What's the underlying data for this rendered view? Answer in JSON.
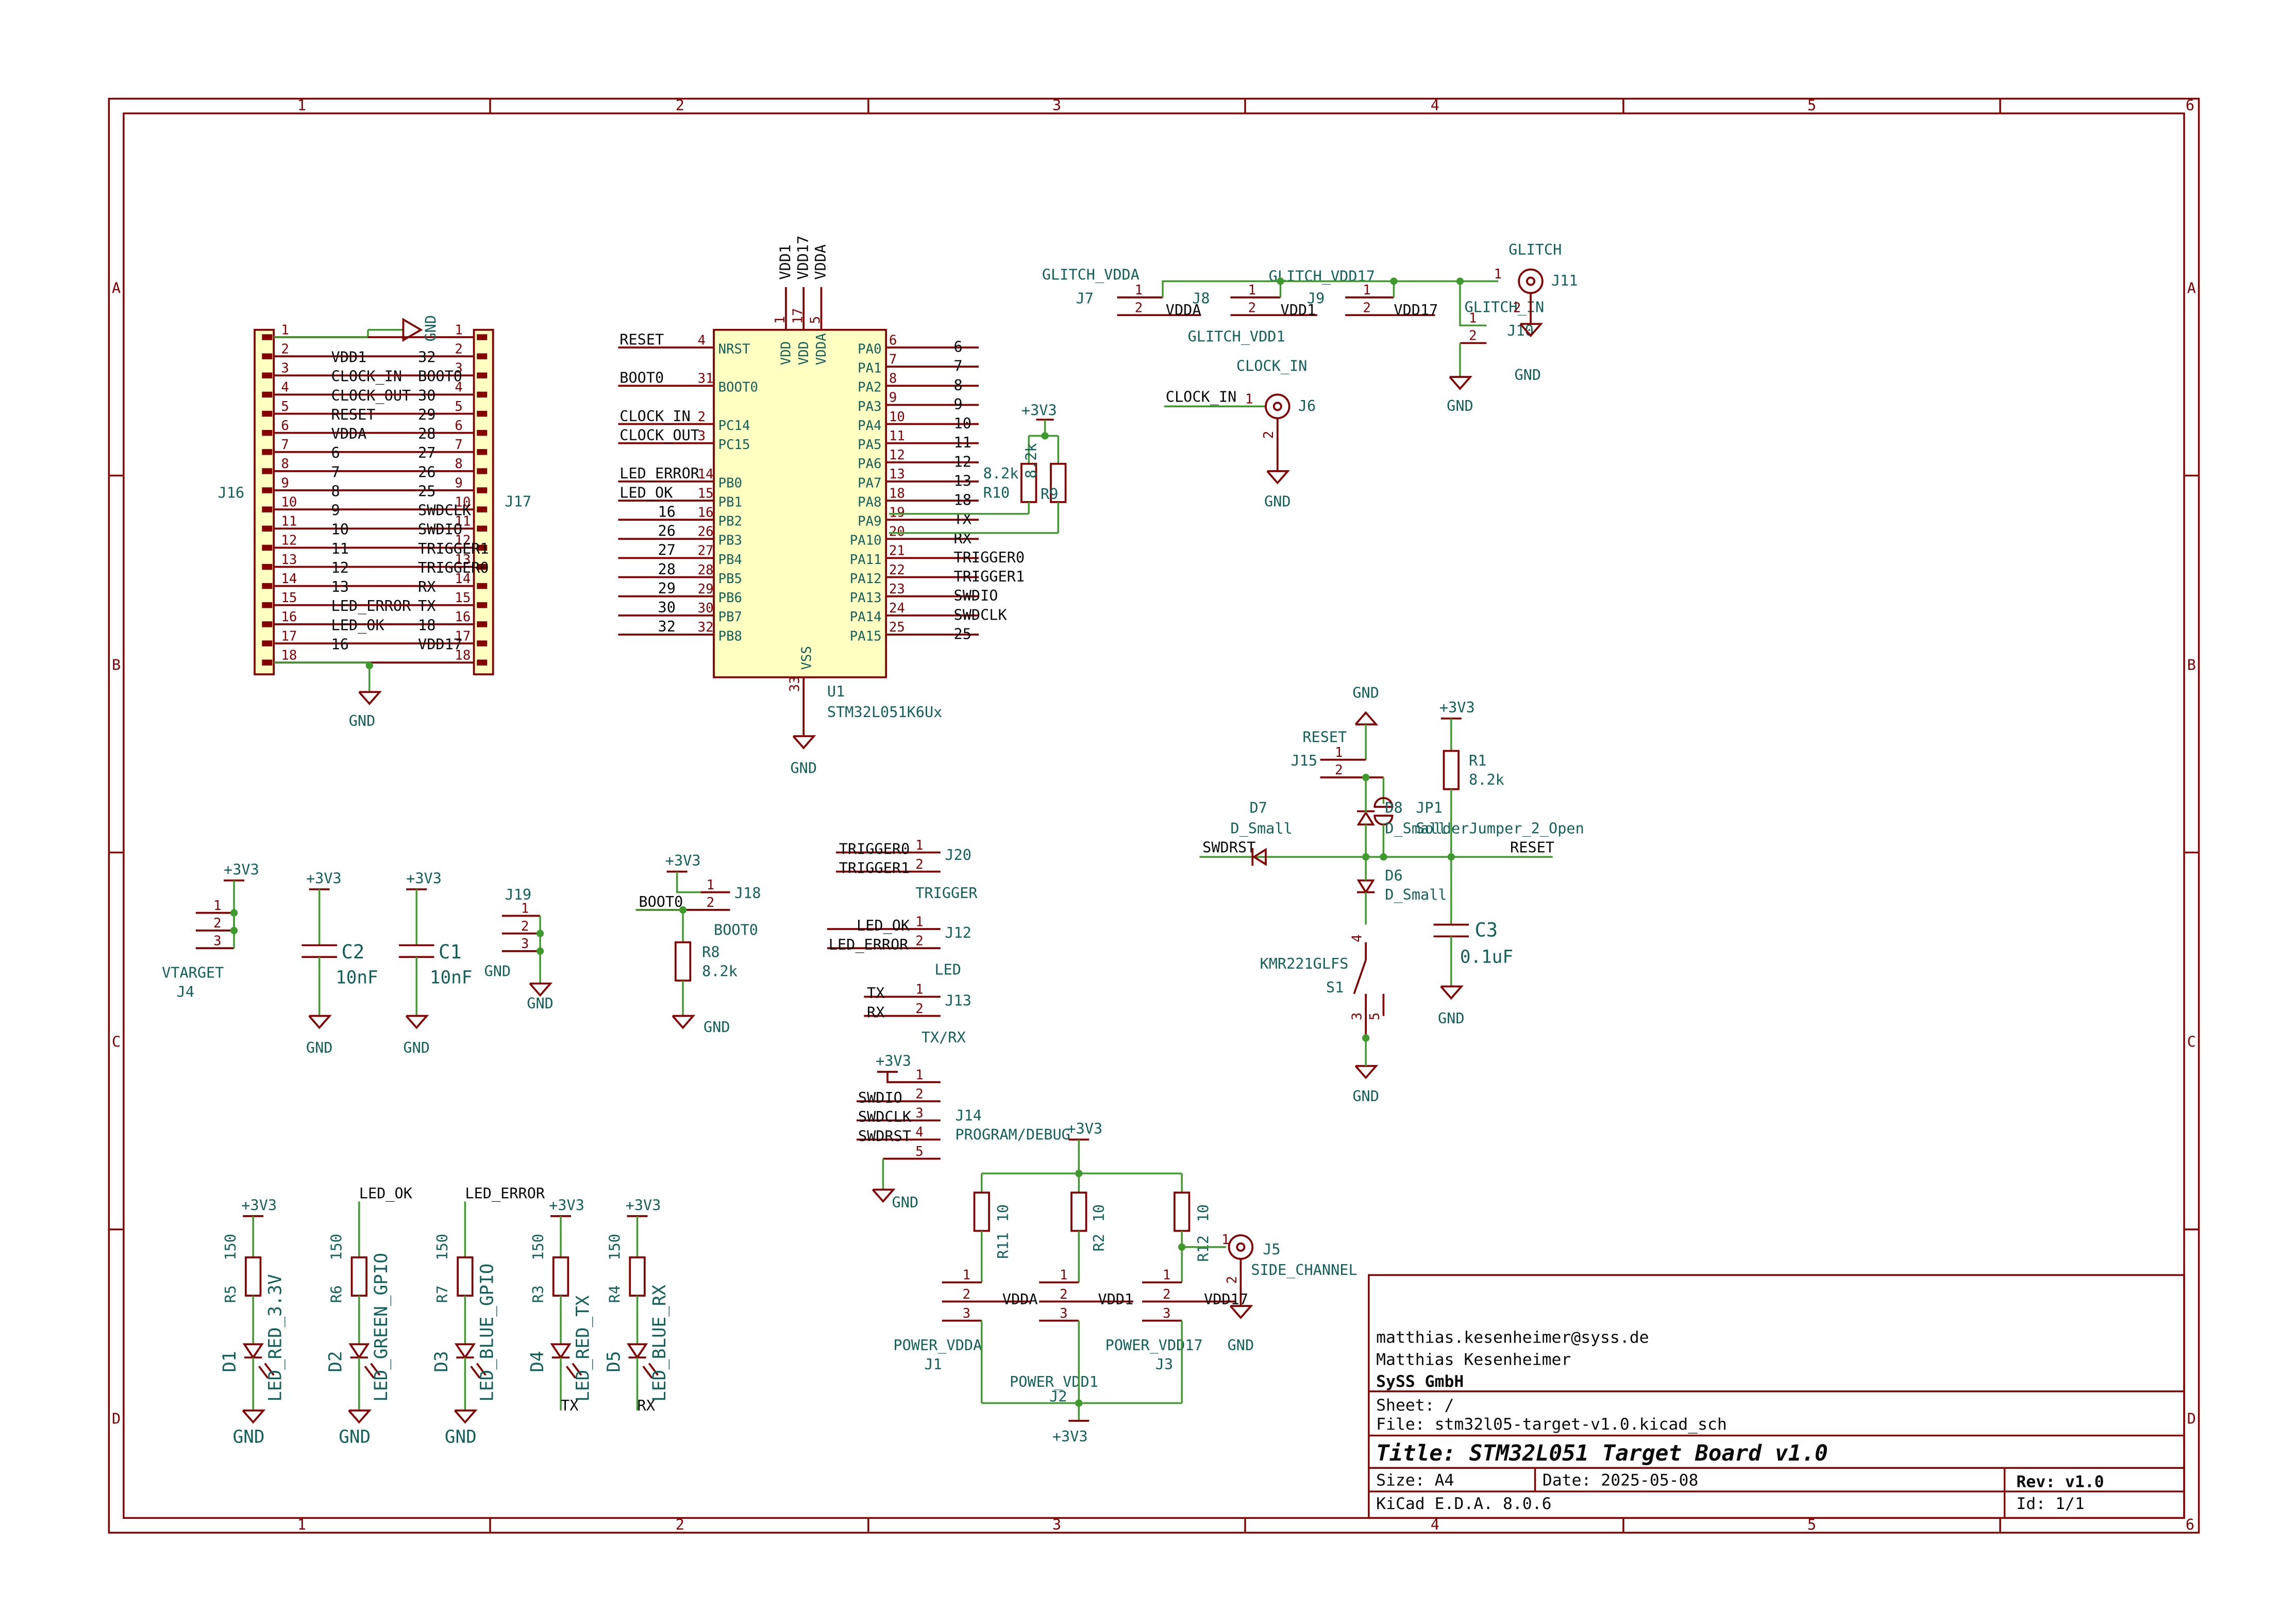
{
  "border": {
    "cols": [
      "1",
      "2",
      "3",
      "4",
      "5",
      "6"
    ],
    "rows": [
      "A",
      "B",
      "C",
      "D"
    ]
  },
  "colors": {
    "frame": "#840000",
    "wire": "#3f9a2e",
    "net": "#0a0a0a",
    "ref": "#12605c",
    "body_fill": "#ffffc2",
    "sym": "#840000",
    "junction": "#3f9a2e"
  },
  "j16": {
    "ref": "J16",
    "pins": [
      "1",
      "2",
      "3",
      "4",
      "5",
      "6",
      "7",
      "8",
      "9",
      "10",
      "11",
      "12",
      "13",
      "14",
      "15",
      "16",
      "17",
      "18"
    ],
    "nets": [
      "",
      "VDD1",
      "CLOCK_IN",
      "CLOCK_OUT",
      "RESET",
      "VDDA",
      "6",
      "7",
      "8",
      "9",
      "10",
      "11",
      "12",
      "13",
      "LED_ERROR",
      "LED_OK",
      "16",
      ""
    ]
  },
  "j17": {
    "ref": "J17",
    "pins": [
      "1",
      "2",
      "3",
      "4",
      "5",
      "6",
      "7",
      "8",
      "9",
      "10",
      "11",
      "12",
      "13",
      "14",
      "15",
      "16",
      "17",
      "18"
    ],
    "nets": [
      "",
      "32",
      "BOOT0",
      "30",
      "29",
      "28",
      "27",
      "26",
      "25",
      "SWDCLK",
      "SWDIO",
      "TRIGGER1",
      "TRIGGER0",
      "RX",
      "TX",
      "18",
      "VDD17",
      ""
    ],
    "gnd_top": "GND"
  },
  "gnd_j16j17": "GND",
  "u1": {
    "ref": "U1",
    "value": "STM32L051K6Ux",
    "top_nets": [
      "VDD1",
      "VDD17",
      "VDDA"
    ],
    "top_pins": [
      "1",
      "17",
      "5"
    ],
    "top_labels": [
      "VDD",
      "VDD",
      "VDDA"
    ],
    "left": [
      {
        "net": "RESET",
        "pin": "4",
        "label": "NRST"
      },
      {
        "net": "BOOT0",
        "pin": "31",
        "label": "BOOT0"
      },
      {
        "net": "CLOCK_IN",
        "pin": "2",
        "label": "PC14"
      },
      {
        "net": "CLOCK_OUT",
        "pin": "3",
        "label": "PC15"
      },
      {
        "net": "LED_ERROR",
        "pin": "14",
        "label": "PB0"
      },
      {
        "net": "LED_OK",
        "pin": "15",
        "label": "PB1"
      },
      {
        "net": "16",
        "pin": "16",
        "label": "PB2"
      },
      {
        "net": "26",
        "pin": "26",
        "label": "PB3"
      },
      {
        "net": "27",
        "pin": "27",
        "label": "PB4"
      },
      {
        "net": "28",
        "pin": "28",
        "label": "PB5"
      },
      {
        "net": "29",
        "pin": "29",
        "label": "PB6"
      },
      {
        "net": "30",
        "pin": "30",
        "label": "PB7"
      },
      {
        "net": "32",
        "pin": "32",
        "label": "PB8"
      }
    ],
    "right": [
      {
        "net": "6",
        "pin": "6",
        "label": "PA0"
      },
      {
        "net": "7",
        "pin": "7",
        "label": "PA1"
      },
      {
        "net": "8",
        "pin": "8",
        "label": "PA2"
      },
      {
        "net": "9",
        "pin": "9",
        "label": "PA3"
      },
      {
        "net": "10",
        "pin": "10",
        "label": "PA4"
      },
      {
        "net": "11",
        "pin": "11",
        "label": "PA5"
      },
      {
        "net": "12",
        "pin": "12",
        "label": "PA6"
      },
      {
        "net": "13",
        "pin": "13",
        "label": "PA7"
      },
      {
        "net": "18",
        "pin": "18",
        "label": "PA8"
      },
      {
        "net": "TX",
        "pin": "19",
        "label": "PA9"
      },
      {
        "net": "RX",
        "pin": "20",
        "label": "PA10"
      },
      {
        "net": "TRIGGER0",
        "pin": "21",
        "label": "PA11"
      },
      {
        "net": "TRIGGER1",
        "pin": "22",
        "label": "PA12"
      },
      {
        "net": "SWDIO",
        "pin": "23",
        "label": "PA13"
      },
      {
        "net": "SWDCLK",
        "pin": "24",
        "label": "PA14"
      },
      {
        "net": "25",
        "pin": "25",
        "label": "PA15"
      }
    ],
    "vss_label": "VSS",
    "vss_pin": "33",
    "gnd": "GND"
  },
  "r9r10": {
    "pwr": "+3V3",
    "r10": "R10",
    "r9": "R9",
    "val_a": "8.2k",
    "val_b": "8.2k"
  },
  "glitch": {
    "j7": "J7",
    "j8": "J8",
    "j9": "J9",
    "j10": "J10",
    "j11": "J11",
    "vdda_label": "GLITCH_VDDA",
    "vdd1_label": "GLITCH_VDD1",
    "vdd17_label": "GLITCH_VDD17",
    "glitch_label": "GLITCH",
    "glitch_in": "GLITCH_IN",
    "vdda": "VDDA",
    "vdd1": "VDD1",
    "vdd17": "VDD17",
    "gnd_a": "GND",
    "gnd_b": "GND",
    "pin1": "1",
    "pin2": "2"
  },
  "clock": {
    "label": "CLOCK_IN",
    "net": "CLOCK_IN",
    "ref": "J6",
    "gnd": "GND",
    "pin1": "1",
    "pin2": "2"
  },
  "reset": {
    "gnd": "GND",
    "reset_label": "RESET",
    "j15": "J15",
    "d7": "D7",
    "d7v": "D_Small",
    "d8": "D8",
    "d8v": "D_Small",
    "jp1": "JP1",
    "jp1v": "SolderJumper_2_Open",
    "swdrst": "SWDRST",
    "reset_net": "RESET",
    "d6": "D6",
    "d6v": "D_Small",
    "sw_val": "KMR221GLFS",
    "sw_ref": "S1",
    "gnd2": "GND",
    "pwr": "+3V3",
    "r1": "R1",
    "r1v": "8.2k",
    "c3": "C3",
    "c3v": "0.1uF",
    "gnd3": "GND",
    "pin1": "1",
    "pin2": "2",
    "pin3": "3",
    "pin4": "4",
    "pin5": "5"
  },
  "vtarget": {
    "pwr": "+3V3",
    "ref": "J4",
    "label": "VTARGET",
    "pins": [
      "1",
      "2",
      "3"
    ]
  },
  "caps": {
    "pwr": "+3V3",
    "c2": "C2",
    "c2v": "10nF",
    "c1": "C1",
    "c1v": "10nF",
    "gnd": "GND"
  },
  "j19": {
    "ref": "J19",
    "gnd_lbl": "GND",
    "gnd": "GND",
    "pins": [
      "1",
      "2",
      "3"
    ]
  },
  "boot": {
    "pwr": "+3V3",
    "ref": "J18",
    "net": "BOOT0",
    "label": "BOOT0",
    "r8": "R8",
    "r8v": "8.2k",
    "gnd": "GND",
    "pin1": "1",
    "pin2": "2"
  },
  "trigger": {
    "ref": "J20",
    "nets": [
      "TRIGGER0",
      "TRIGGER1"
    ],
    "label": "TRIGGER"
  },
  "led": {
    "ref": "J12",
    "nets": [
      "LED_OK",
      "LED_ERROR"
    ],
    "label": "LED"
  },
  "txrx": {
    "ref": "J13",
    "nets": [
      "TX",
      "RX"
    ],
    "label": "TX/RX"
  },
  "prog": {
    "pwr": "+3V3",
    "ref": "J14",
    "label": "PROGRAM/DEBUG",
    "nets": [
      "SWDIO",
      "SWDCLK",
      "SWDRST"
    ],
    "gnd": "GND",
    "pins": [
      "1",
      "2",
      "3",
      "4",
      "5"
    ]
  },
  "power": {
    "pwr_top": "+3V3",
    "pwr_bot": "+3V3",
    "r11": "R11",
    "r11v": "10",
    "r2": "R2",
    "r2v": "10",
    "r12": "R12",
    "r12v": "10",
    "j1": "J1",
    "j1l": "POWER_VDDA",
    "j2": "J2",
    "j2l": "POWER_VDD1",
    "j3": "J3",
    "j3l": "POWER_VDD17",
    "vdda": "VDDA",
    "vdd1": "VDD1",
    "vdd17": "VDD17",
    "j5": "J5",
    "j5l": "SIDE_CHANNEL",
    "gnd": "GND",
    "pins": [
      "1",
      "2",
      "3"
    ]
  },
  "leds": [
    {
      "pwr": "+3V3",
      "net": "",
      "r": "R5",
      "rv": "150",
      "d": "D1",
      "dv": "LED_RED_3.3V",
      "bottom": "GND"
    },
    {
      "pwr": "",
      "net": "LED_OK",
      "r": "R6",
      "rv": "150",
      "d": "D2",
      "dv": "LED_GREEN_GPIO",
      "bottom": "GND"
    },
    {
      "pwr": "",
      "net": "LED_ERROR",
      "r": "R7",
      "rv": "150",
      "d": "D3",
      "dv": "LED_BLUE_GPIO",
      "bottom": "GND"
    },
    {
      "pwr": "+3V3",
      "net": "",
      "r": "R3",
      "rv": "150",
      "d": "D4",
      "dv": "LED_RED_TX",
      "bottom": "TX"
    },
    {
      "pwr": "+3V3",
      "net": "",
      "r": "R4",
      "rv": "150",
      "d": "D5",
      "dv": "LED_BLUE_RX",
      "bottom": "RX"
    }
  ],
  "title_block": {
    "email": "matthias.kesenheimer@syss.de",
    "author": "Matthias Kesenheimer",
    "company": "SySS GmbH",
    "sheet": "Sheet: /",
    "file": "File: stm32l05-target-v1.0.kicad_sch",
    "title": "Title: STM32L051 Target Board v1.0",
    "size": "Size: A4",
    "date": "Date: 2025-05-08",
    "rev": "Rev: v1.0",
    "kicad": "KiCad E.D.A. 8.0.6",
    "id": "Id: 1/1"
  }
}
